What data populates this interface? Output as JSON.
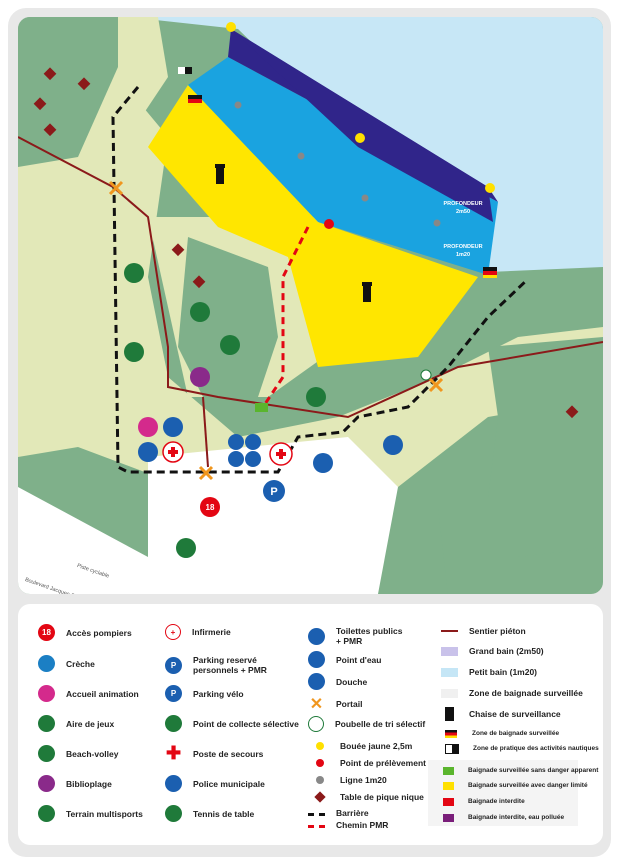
{
  "map": {
    "depth_labels": [
      {
        "title": "PROFONDEUR",
        "value": "2m50"
      },
      {
        "title": "PROFONDEUR",
        "value": "1m20"
      }
    ],
    "road_labels": [
      "Boulevard Jacques Chaban-Delmas",
      "Piste cyclable"
    ],
    "icon_labels": {
      "pompiers": "18",
      "parking": "P",
      "velo": "P"
    },
    "colors": {
      "forest": "#7fb08a",
      "clearing": "#e2e8b8",
      "sand": "#ffffff",
      "yellow_zone": "#ffe600",
      "petit_bain": "#1aa3e0",
      "grand_bain": "#30258a",
      "sea": "#c7e7f6",
      "sentier": "#8b1a1a"
    }
  },
  "legend": {
    "col1": [
      {
        "icon": "firefighter-icon",
        "label": "Accès pompiers",
        "color": "#e30613"
      },
      {
        "icon": "nursery-icon",
        "label": "Crèche",
        "color": "#1b7fc4"
      },
      {
        "icon": "animation-icon",
        "label": "Accueil animation",
        "color": "#d42a8c"
      },
      {
        "icon": "playground-icon",
        "label": "Aire de jeux",
        "color": "#1f7a3a"
      },
      {
        "icon": "volleyball-icon",
        "label": "Beach-volley",
        "color": "#1f7a3a"
      },
      {
        "icon": "book-icon",
        "label": "Biblioplage",
        "color": "#8a2a8a"
      },
      {
        "icon": "multisport-icon",
        "label": "Terrain multisports",
        "color": "#1f7a3a"
      }
    ],
    "col2": [
      {
        "icon": "first-aid-icon",
        "label": "Infirmerie",
        "color": "#e30613"
      },
      {
        "icon": "pmr-parking-icon",
        "label": "Parking reservé personnels + PMR",
        "color": "#1b5fb0"
      },
      {
        "icon": "bike-parking-icon",
        "label": "Parking vélo",
        "color": "#1b5fb0"
      },
      {
        "icon": "recycling-point-icon",
        "label": "Point de collecte sélective",
        "color": "#1f7a3a"
      },
      {
        "icon": "aid-station-icon",
        "label": "Poste de secours",
        "color": "#e30613"
      },
      {
        "icon": "police-icon",
        "label": "Police municipale",
        "color": "#1b5fb0"
      },
      {
        "icon": "table-tennis-icon",
        "label": "Tennis de table",
        "color": "#1f7a3a"
      }
    ],
    "col3": [
      {
        "icon": "toilets-icon",
        "label": "Toilettes publics + PMR",
        "color": "#1b5fb0"
      },
      {
        "icon": "water-point-icon",
        "label": "Point d'eau",
        "color": "#1b5fb0"
      },
      {
        "icon": "shower-icon",
        "label": "Douche",
        "color": "#1b5fb0"
      },
      {
        "icon": "gate-icon",
        "label": "Portail",
        "color": "#f0961e"
      },
      {
        "icon": "sorting-bin-icon",
        "label": "Poubelle de tri sélectif",
        "color": "#1f7a3a"
      },
      {
        "icon": "yellow-buoy-icon",
        "label": "Bouée jaune 2,5m",
        "color": "#ffe000"
      },
      {
        "icon": "sampling-point-icon",
        "label": "Point de prélèvement",
        "color": "#e30613"
      },
      {
        "icon": "line-icon",
        "label": "Ligne 1m20",
        "color": "#888888"
      },
      {
        "icon": "picnic-table-icon",
        "label": "Table de pique nique",
        "color": "#8b1a1a"
      },
      {
        "icon": "barrier-icon",
        "label": "Barrière",
        "color": "#111111"
      },
      {
        "icon": "pmr-path-icon",
        "label": "Chemin PMR",
        "color": "#e30613"
      }
    ],
    "col4": [
      {
        "icon": "trail-icon",
        "label": "Sentier piéton",
        "color": "#8b1a1a"
      },
      {
        "icon": "deep-zone-icon",
        "label": "Grand bain (2m50)",
        "color": "#c9c2ea"
      },
      {
        "icon": "shallow-zone-icon",
        "label": "Petit bain (1m20)",
        "color": "#c5e6f6"
      },
      {
        "icon": "supervised-zone-icon",
        "label": "Zone de baignade surveillée",
        "color": "#f0f0f0"
      },
      {
        "icon": "lifeguard-chair-icon",
        "label": "Chaise de surveillance",
        "color": "#111111"
      },
      {
        "icon": "flag-supervised-icon",
        "label": "Zone de baignade surveillée",
        "color": "#e30613"
      },
      {
        "icon": "flag-nautical-icon",
        "label": "Zone de pratique des activités nautiques",
        "color": "#111111"
      }
    ],
    "flags": [
      {
        "icon": "green-flag-icon",
        "label": "Baignade surveillée sans danger apparent",
        "color": "#5ab52d"
      },
      {
        "icon": "yellow-flag-icon",
        "label": "Baignade surveillée avec danger limité",
        "color": "#ffe000"
      },
      {
        "icon": "red-flag-icon",
        "label": "Baignade interdite",
        "color": "#e30613"
      },
      {
        "icon": "purple-flag-icon",
        "label": "Baignade interdite, eau polluée",
        "color": "#7a1e7a"
      }
    ]
  }
}
